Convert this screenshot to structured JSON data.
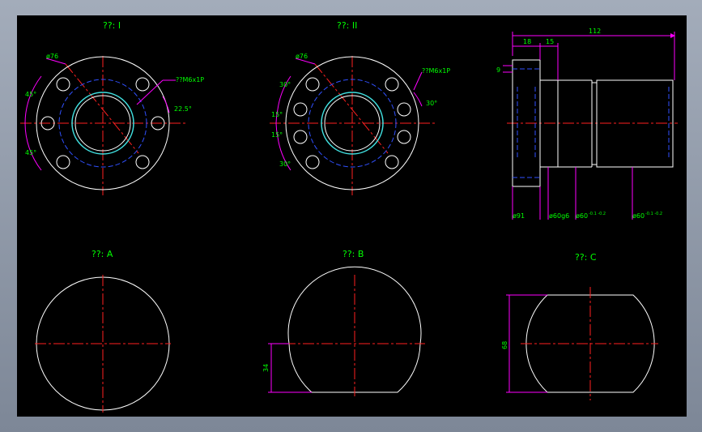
{
  "titles": {
    "view_1": "??: I",
    "view_2": "??: II",
    "view_a": "??: A",
    "view_b": "??: B",
    "view_c": "??: C"
  },
  "dims": {
    "v1_diameter": "ø76",
    "v1_thread": "??M6x1P",
    "v1_angle_a": "45°",
    "v1_angle_b": "45°",
    "v1_angle_c": "22.5°",
    "v2_diameter": "ø76",
    "v2_thread": "??M6x1P",
    "v2_angle_30a": "30°",
    "v2_angle_15a": "15°",
    "v2_angle_15b": "15°",
    "v2_angle_30b": "30°",
    "v2_angle_30c": "30°",
    "side_total": "112",
    "side_18": "18",
    "side_15": "15",
    "side_9": "9",
    "side_d91": "ø91",
    "side_d60g6": "ø60g6",
    "side_d60a": "ø60",
    "side_tol_a": "-0.1 -0.2",
    "side_d60b": "ø60",
    "side_tol_b": "-0.1 -0.2",
    "b_height": "34",
    "c_height": "68"
  },
  "colors": {
    "background": "#000000",
    "outline": "#ffffff",
    "centerline": "#ff2020",
    "hidden": "#3050ff",
    "dimension": "#ff00ff",
    "dim_text": "#00ff00",
    "bore": "#40e0e0"
  }
}
